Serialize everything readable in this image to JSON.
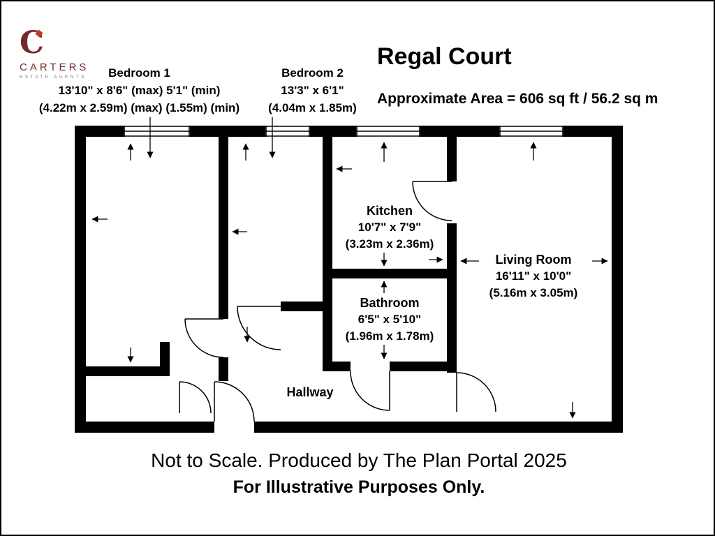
{
  "page": {
    "background": "#ffffff",
    "border_color": "#000000"
  },
  "logo": {
    "glyph": "C",
    "name": "CARTERS",
    "tagline": "ESTATE AGENTS",
    "brand_color": "#76292a",
    "accent_color": "#c0392b",
    "tagline_color": "#8f8f8f"
  },
  "header": {
    "title": "Regal Court",
    "area_line": "Approximate Area = 606 sq ft / 56.2 sq m"
  },
  "bedroom_labels": {
    "bedroom1": {
      "name": "Bedroom 1",
      "dims_imperial": "13'10\" x 8'6\" (max) 5'1\" (min)",
      "dims_metric": "(4.22m x 2.59m) (max) (1.55m) (min)"
    },
    "bedroom2": {
      "name": "Bedroom 2",
      "dims_imperial": "13'3\" x 6'1\"",
      "dims_metric": "(4.04m x 1.85m)"
    }
  },
  "rooms": {
    "kitchen": {
      "name": "Kitchen",
      "dims_imperial": "10'7\" x 7'9\"",
      "dims_metric": "(3.23m x 2.36m)"
    },
    "bathroom": {
      "name": "Bathroom",
      "dims_imperial": "6'5\" x 5'10\"",
      "dims_metric": "(1.96m x 1.78m)"
    },
    "living_room": {
      "name": "Living Room",
      "dims_imperial": "16'11\" x 10'0\"",
      "dims_metric": "(5.16m x 3.05m)"
    },
    "hallway": {
      "name": "Hallway"
    }
  },
  "footer": {
    "line1": "Not to Scale. Produced by The Plan Portal 2025",
    "line2": "For Illustrative Purposes Only."
  },
  "plan": {
    "wall_color": "#000000"
  }
}
